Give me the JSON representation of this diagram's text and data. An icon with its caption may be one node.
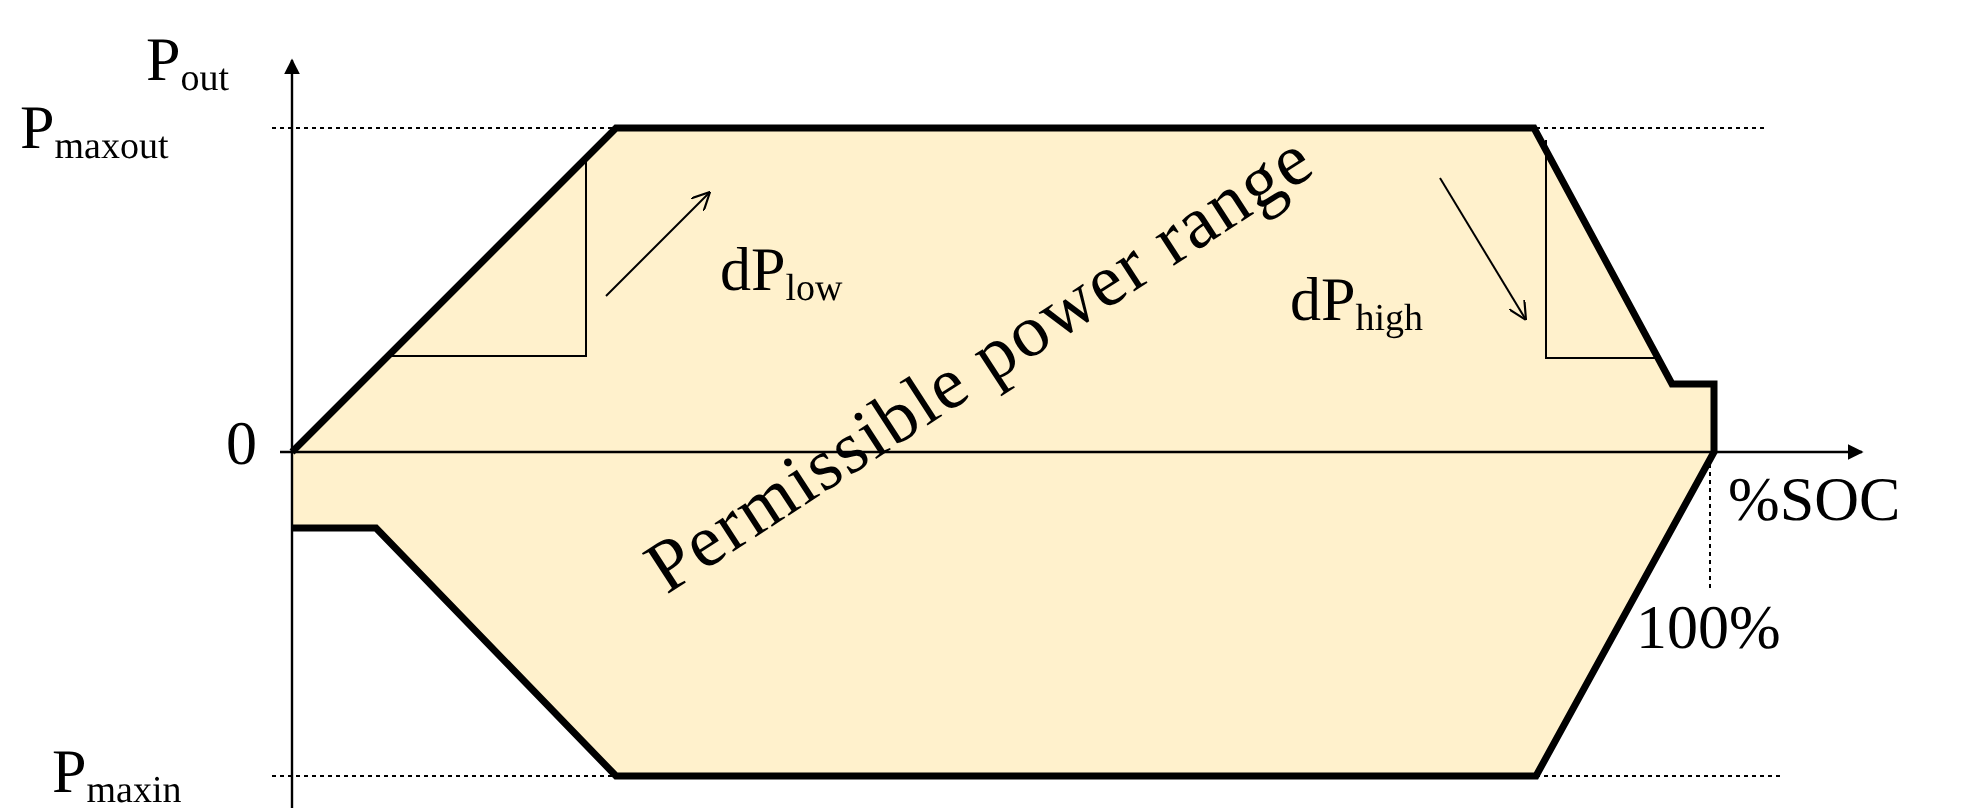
{
  "diagram": {
    "nodes": [
      {
        "text": [
          "Permissible power range"
        ]
      }
    ],
    "labels": [
      "P$_{out}$",
      "P$_{maxout}$",
      "dP$_{low}$",
      "dP$_{high}$",
      "0",
      "%SOC",
      "100%",
      "P$_{maxin}$"
    ]
  }
}
